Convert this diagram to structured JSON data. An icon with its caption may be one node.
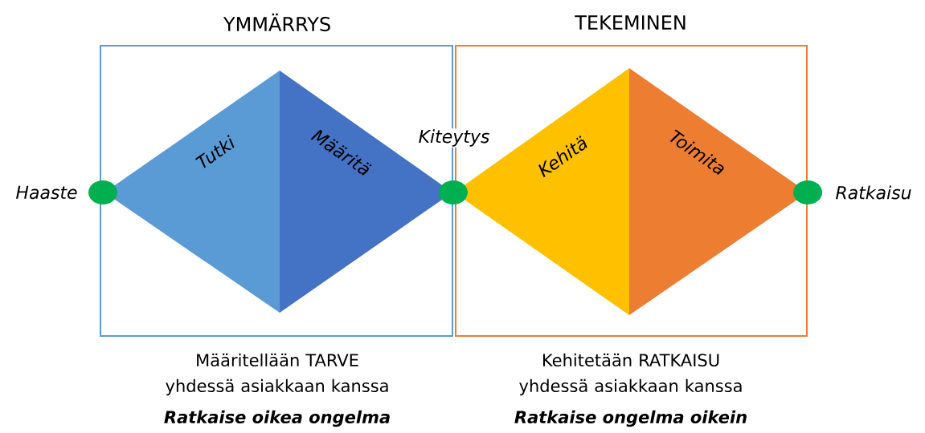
{
  "diagram": {
    "nodes": [
      {
        "text": [],
        "shape": "circle",
        "beside": [
          "Haaste"
        ]
      },
      {
        "text": [
          "YMMÄRRYS"
        ],
        "beside": [
          "Määritellään TARVE yhdessä asiakkaan kanssa",
          "Ratkaise oikea ongelma"
        ]
      },
      {
        "text": [
          "Tutki"
        ],
        "in": 1
      },
      {
        "text": [
          "Määritä"
        ],
        "in": 1
      },
      {
        "text": [],
        "shape": "circle"
      },
      {
        "text": [
          "TEKEMINEN"
        ],
        "beside": [
          "Kehitetään RATKAISU yhdessä asiakkaan kanssa",
          "Ratkaise ongelma oikein"
        ]
      },
      {
        "text": [
          "Kehitä"
        ],
        "in": 5
      },
      {
        "text": [
          "Toimita"
        ],
        "in": 5
      },
      {
        "text": [],
        "shape": "circle",
        "beside": [
          "Ratkaisu"
        ]
      }
    ],
    "labels": [
      "Kiteytys"
    ]
  }
}
